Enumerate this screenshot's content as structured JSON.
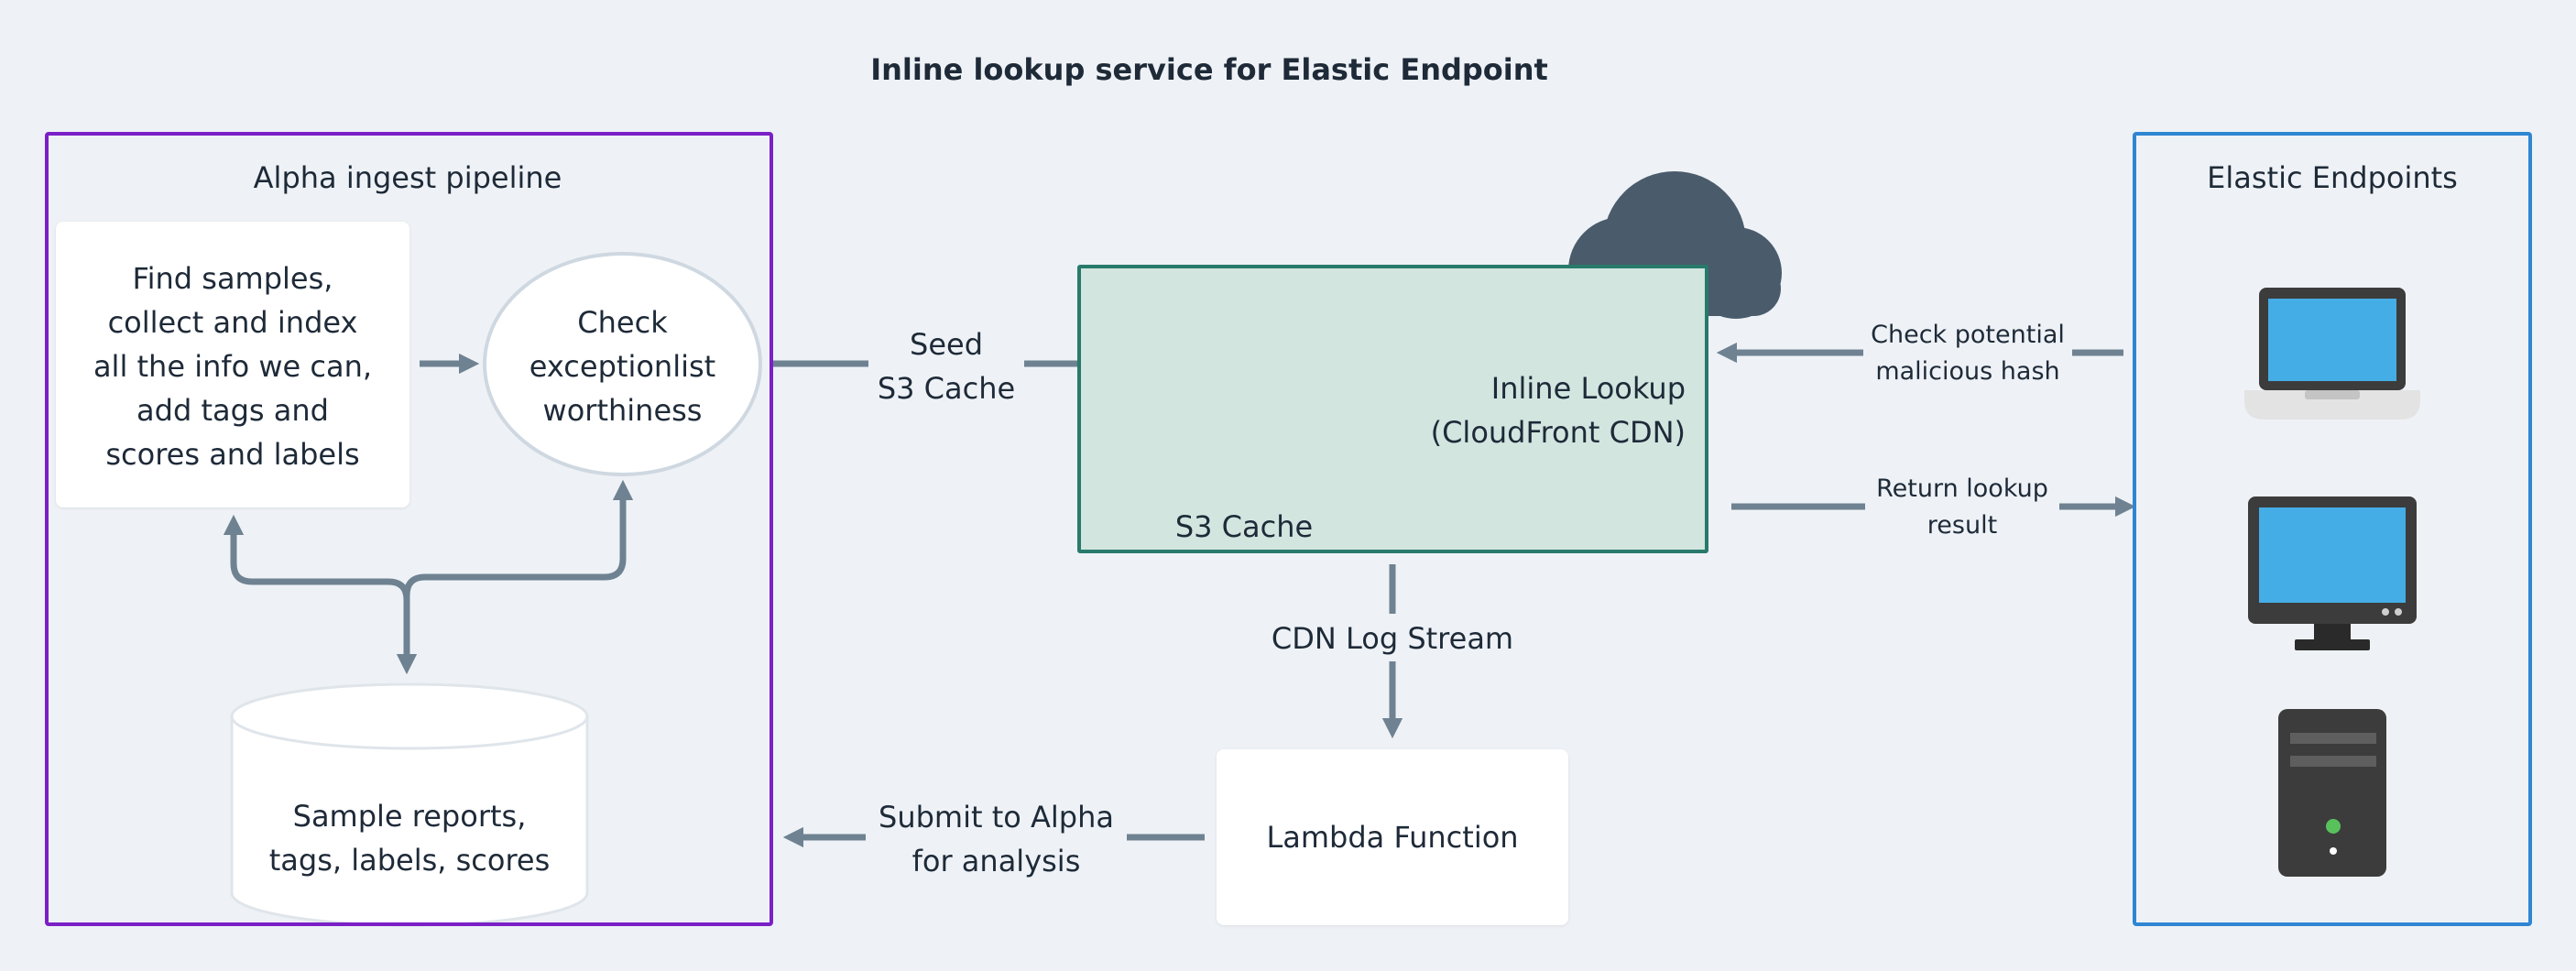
{
  "title": "Inline lookup service for Elastic Endpoint",
  "alpha_panel": {
    "label": "Alpha ingest pipeline",
    "find_box": "Find samples,\ncollect and index\nall the info we can,\nadd tags and\nscores and labels",
    "check_box": "Check\nexceptionlist\nworthiness",
    "db": "Sample reports,\ntags, labels, scores"
  },
  "center": {
    "seed_label": "Seed\nS3 Cache",
    "inline_lookup": "Inline Lookup\n(CloudFront CDN)",
    "s3_cache": "S3 Cache",
    "cdn_log_stream": "CDN Log Stream",
    "lambda": "Lambda Function",
    "submit_label": "Submit to Alpha\nfor analysis"
  },
  "elastic_panel": {
    "label": "Elastic Endpoints",
    "check_hash": "Check potential\nmalicious hash",
    "return_result": "Return lookup\nresult"
  },
  "icons": {
    "cloud": "cloud-icon",
    "bucket": "s3-bucket-icon",
    "database": "database-icon",
    "laptop": "laptop-icon",
    "desktop": "desktop-monitor-icon",
    "server": "server-tower-icon"
  },
  "colors": {
    "background": "#eef2f6",
    "alpha_border": "#7b20c6",
    "elastic_border": "#2f86d2",
    "inline_fill": "#d2e5df",
    "inline_border": "#287a6b",
    "arrow": "#6f8292",
    "cloud": "#4a5b6b",
    "screen": "#43aee6"
  }
}
